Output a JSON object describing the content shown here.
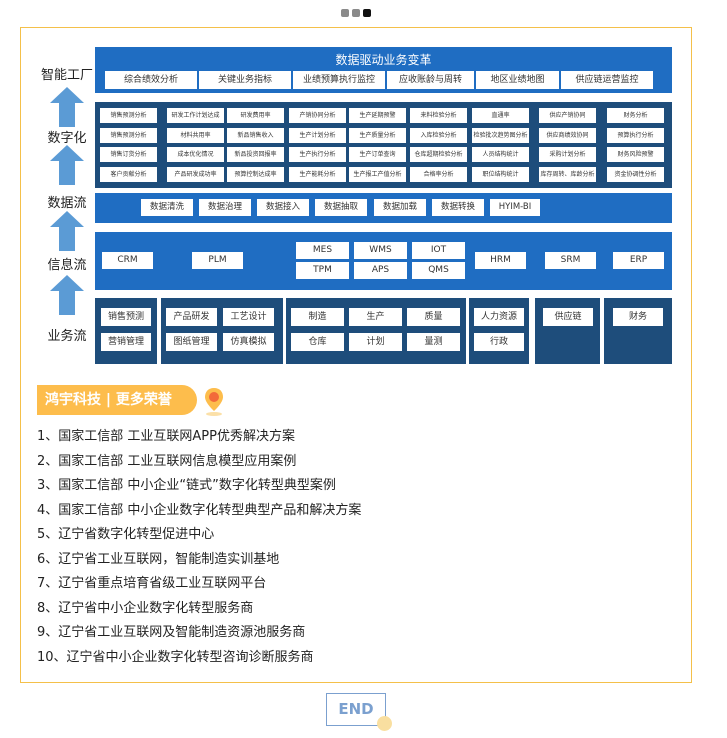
{
  "carousel": {
    "count": 3,
    "active": 2
  },
  "diagram": {
    "labels": [
      "智能工厂",
      "数字化",
      "数据流",
      "信息流",
      "业务流"
    ],
    "top": {
      "title": "数据驱动业务变革",
      "items": [
        "综合绩效分析",
        "关键业务指标",
        "业绩预算执行监控",
        "应收账龄与周转",
        "地区业绩地图",
        "供应链运营监控"
      ]
    },
    "digital": [
      [
        "销售预测分析",
        "销售预测分析",
        "销售订货分析",
        "客户贡献分析"
      ],
      [
        "研发工作计划达成",
        "材料共用率",
        "成本优化情况",
        "产品研发成功率"
      ],
      [
        "研发费用率",
        "新品销售收入",
        "新品投资回报率",
        "预算控制达成率"
      ],
      [
        "产销协同分析",
        "生产计划分析",
        "生产执行分析",
        "生产能耗分析"
      ],
      [
        "生产延期预警",
        "生产质量分析",
        "生产订单查询",
        "生产报工产值分析"
      ],
      [
        "来料检验分析",
        "入库检验分析",
        "仓库超期检验分析",
        "合格率分析"
      ],
      [
        "直通率",
        "检验批次趋势图分析",
        "人员结构统计",
        "职位结构统计"
      ],
      [
        "供应产销协同",
        "供应商绩效协同",
        "采购计划分析",
        "库存周转、库龄分析"
      ],
      [
        "财务分析",
        "预算执行分析",
        "财务风险预警",
        "资金协调性分析"
      ]
    ],
    "data_flow": [
      "数据清洗",
      "数据治理",
      "数据接入",
      "数据抽取",
      "数据加载",
      "数据转换",
      "HYIM-BI"
    ],
    "info_flow": {
      "single": [
        "CRM",
        "PLM",
        "HRM",
        "SRM",
        "ERP"
      ],
      "grid": [
        "MES",
        "WMS",
        "IOT",
        "TPM",
        "APS",
        "QMS"
      ]
    },
    "business": [
      [
        "销售预测",
        "营销管理"
      ],
      [
        "产品研发",
        "工艺设计",
        "图纸管理",
        "仿真模拟"
      ],
      [
        "制造",
        "生产",
        "质量",
        "仓库",
        "计划",
        "量测"
      ],
      [
        "人力资源",
        "行政"
      ],
      [
        "供应链"
      ],
      [
        "财务"
      ]
    ]
  },
  "honors": {
    "title": "鸿宇科技 | 更多荣誉",
    "items": [
      "1、国家工信部 工业互联网APP优秀解决方案",
      "2、国家工信部 工业互联网信息模型应用案例",
      "3、国家工信部 中小企业“链式”数字化转型典型案例",
      "4、国家工信部 中小企业数字化转型典型产品和解决方案",
      "5、辽宁省数字化转型促进中心",
      "6、辽宁省工业互联网，智能制造实训基地",
      "7、辽宁省重点培育省级工业互联网平台",
      "8、辽宁省中小企业数字化转型服务商",
      "9、辽宁省工业互联网及智能制造资源池服务商",
      "10、辽宁省中小企业数字化转型咨询诊断服务商"
    ]
  },
  "end_label": "END"
}
